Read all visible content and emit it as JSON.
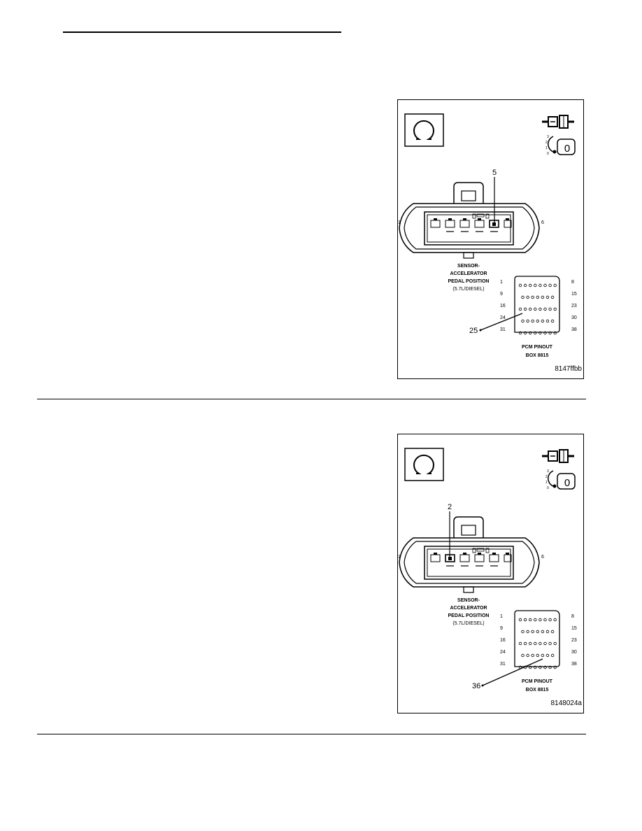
{
  "figures": [
    {
      "pin_callout": "5",
      "connector_left_pin": "1",
      "connector_right_pin": "6",
      "connector_name": [
        "SENSOR-",
        "ACCELERATOR",
        "PEDAL POSITION",
        "(5.7L/DIESEL)"
      ],
      "pcm_rows_left": [
        "1",
        "9",
        "16",
        "24",
        "31"
      ],
      "pcm_rows_right": [
        "8",
        "15",
        "23",
        "30",
        "38"
      ],
      "pcm_callout": "25",
      "pcm_title": [
        "PCM PINOUT",
        "BOX 8815"
      ],
      "figure_id": "8147ffbb",
      "ignition_scale": [
        "3",
        "2",
        "1",
        "0"
      ],
      "ignition_position": "0"
    },
    {
      "pin_callout": "2",
      "connector_left_pin": "1",
      "connector_right_pin": "6",
      "connector_name": [
        "SENSOR-",
        "ACCELERATOR",
        "PEDAL POSITION",
        "(5.7L/DIESEL)"
      ],
      "pcm_rows_left": [
        "1",
        "9",
        "16",
        "24",
        "31"
      ],
      "pcm_rows_right": [
        "8",
        "15",
        "23",
        "30",
        "38"
      ],
      "pcm_callout": "36",
      "pcm_title": [
        "PCM PINOUT",
        "BOX 8815"
      ],
      "figure_id": "8148024a",
      "ignition_scale": [
        "3",
        "2",
        "1",
        "0"
      ],
      "ignition_position": "0"
    }
  ]
}
